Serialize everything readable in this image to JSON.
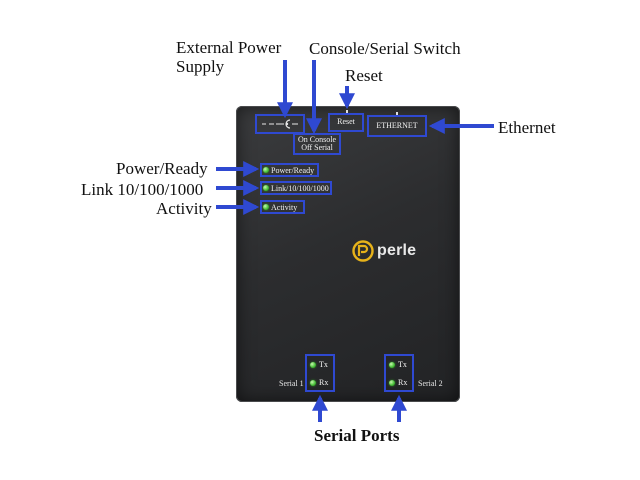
{
  "callouts": {
    "external_power": "External Power Supply",
    "console_switch": "Console/Serial Switch",
    "reset": "Reset",
    "ethernet": "Ethernet",
    "power_ready": "Power/Ready",
    "link": "Link 10/100/1000",
    "activity": "Activity",
    "serial_ports": "Serial Ports"
  },
  "panel": {
    "reset": "Reset",
    "ethernet": "ETHERNET",
    "console_line1": "On Console",
    "console_line2": "Off Serial",
    "power_ready": "Power/Ready",
    "link": "Link/10/100/1000",
    "activity": "Activity",
    "tx": "Tx",
    "rx": "Rx",
    "serial1": "Serial 1",
    "serial2": "Serial 2",
    "logo": "perle"
  },
  "colors": {
    "arrow": "#2f49d1",
    "device": "#2c2d2f",
    "led": "#4ac23a"
  }
}
